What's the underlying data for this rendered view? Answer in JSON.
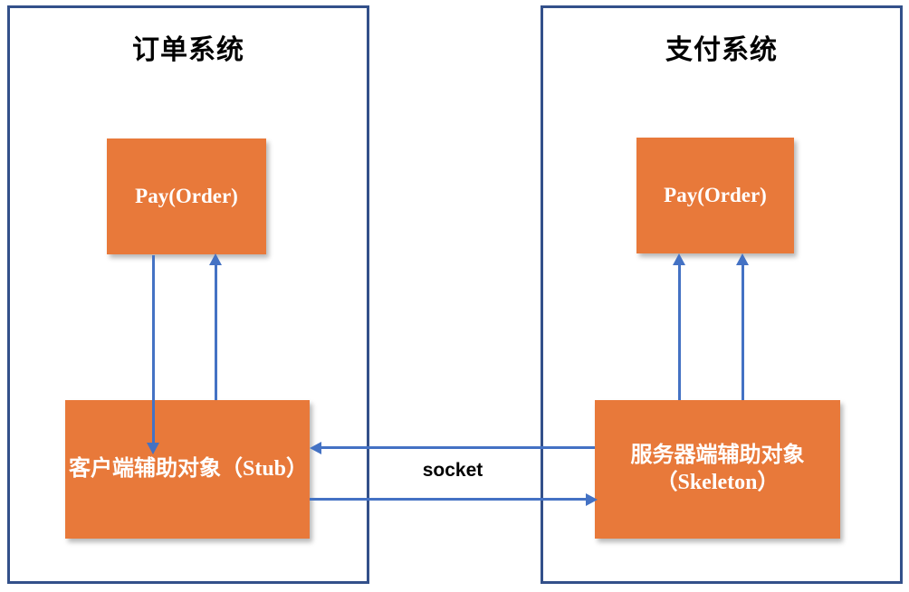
{
  "diagram": {
    "panels": [
      {
        "id": "order-system",
        "title": "订单系统",
        "boxes": [
          {
            "id": "pay-order-left",
            "label": "Pay(Order)"
          },
          {
            "id": "client-stub",
            "label": "客户端辅助对象（Stub）"
          }
        ]
      },
      {
        "id": "payment-system",
        "title": "支付系统",
        "boxes": [
          {
            "id": "pay-order-right",
            "label": "Pay(Order)"
          },
          {
            "id": "server-skeleton",
            "label": "服务器端辅助对象（Skeleton）"
          }
        ]
      }
    ],
    "connector_label": "socket",
    "colors": {
      "panel_border": "#33508a",
      "box_fill": "#e8793a",
      "box_text": "#ffffff",
      "arrow": "#4472c4",
      "title_text": "#000000",
      "background": "#ffffff"
    },
    "arrows": [
      {
        "id": "left-pay-to-stub",
        "direction": "down"
      },
      {
        "id": "left-stub-to-pay",
        "direction": "up"
      },
      {
        "id": "right-skeleton-to-pay-a",
        "direction": "up"
      },
      {
        "id": "right-skeleton-to-pay-b",
        "direction": "up"
      },
      {
        "id": "skeleton-to-stub",
        "direction": "left"
      },
      {
        "id": "stub-to-skeleton",
        "direction": "right"
      }
    ]
  }
}
